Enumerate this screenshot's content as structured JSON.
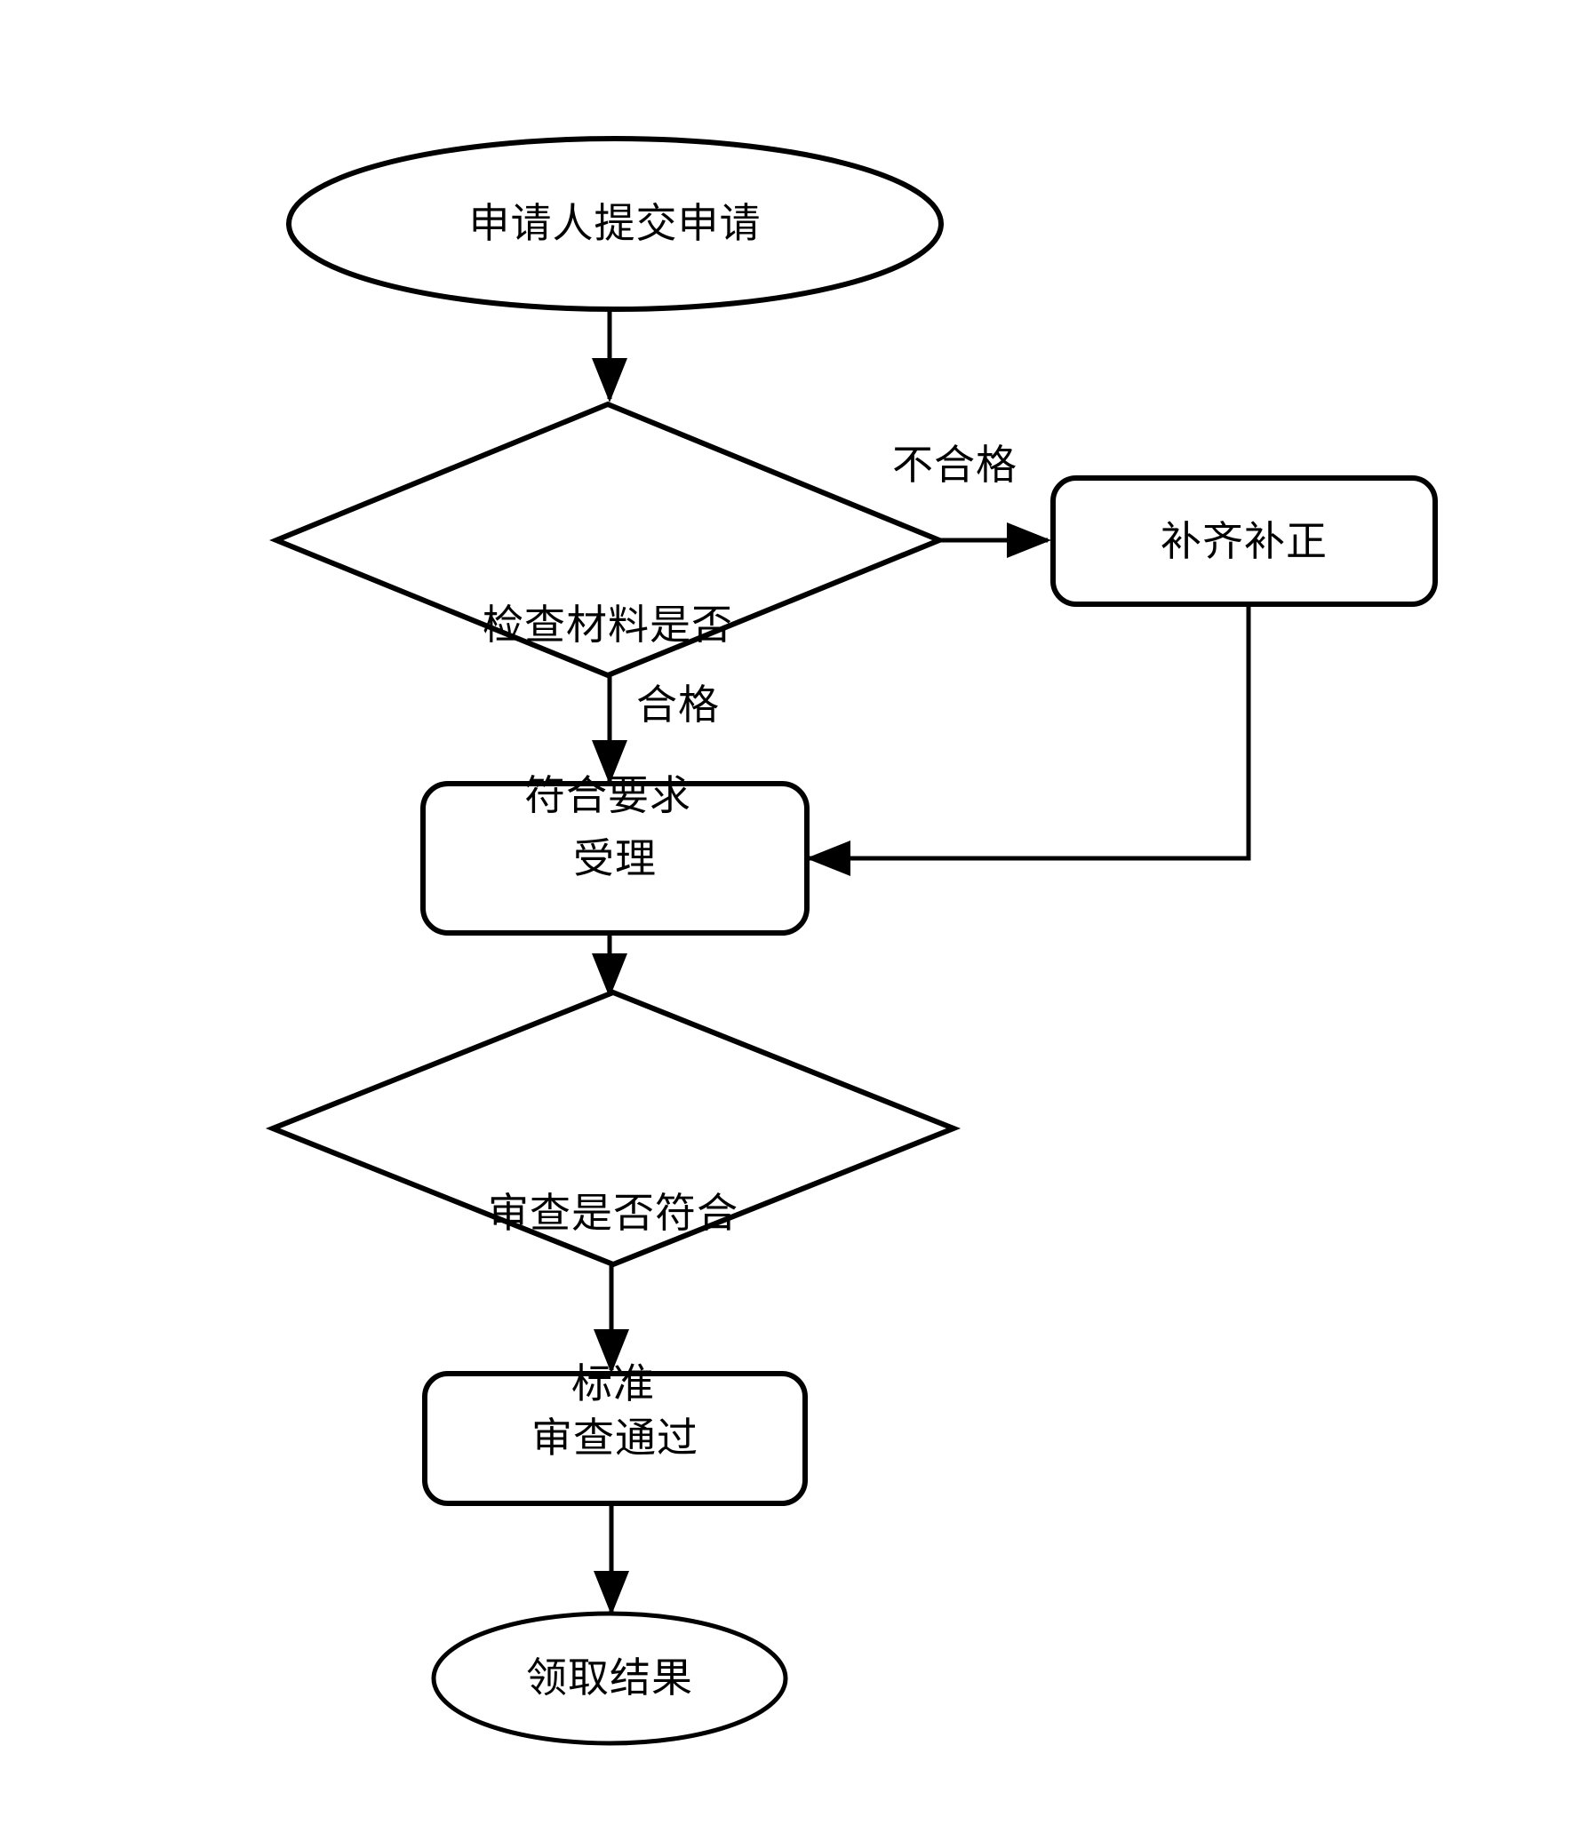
{
  "diagram": {
    "type": "flowchart",
    "orientation": "top-to-bottom",
    "background_color": "#ffffff",
    "stroke_color": "#000000",
    "text_color": "#000000",
    "nodes": [
      {
        "id": "submit",
        "shape": "ellipse",
        "label": "申请人提交申请",
        "lines": [
          "申请人提交申请"
        ]
      },
      {
        "id": "check-materials",
        "shape": "diamond",
        "label": "检查材料是否符合要求",
        "lines": [
          "检查材料是否",
          "符合要求"
        ]
      },
      {
        "id": "supplement",
        "shape": "rounded-rectangle",
        "label": "补齐补正",
        "lines": [
          "补齐补正"
        ]
      },
      {
        "id": "accept",
        "shape": "rounded-rectangle",
        "label": "受理",
        "lines": [
          "受理"
        ]
      },
      {
        "id": "review-standard",
        "shape": "diamond",
        "label": "审查是否符合标准",
        "lines": [
          "审查是否符合",
          "标准"
        ]
      },
      {
        "id": "review-passed",
        "shape": "rounded-rectangle",
        "label": "审查通过",
        "lines": [
          "审查通过"
        ]
      },
      {
        "id": "collect-result",
        "shape": "ellipse",
        "label": "领取结果",
        "lines": [
          "领取结果"
        ]
      }
    ],
    "edges": [
      {
        "id": "e1",
        "from": "submit",
        "to": "check-materials",
        "label": ""
      },
      {
        "id": "e2",
        "from": "check-materials",
        "to": "supplement",
        "label": "不合格"
      },
      {
        "id": "e3",
        "from": "check-materials",
        "to": "accept",
        "label": "合格"
      },
      {
        "id": "e4",
        "from": "supplement",
        "to": "accept",
        "label": ""
      },
      {
        "id": "e5",
        "from": "accept",
        "to": "review-standard",
        "label": ""
      },
      {
        "id": "e6",
        "from": "review-standard",
        "to": "review-passed",
        "label": ""
      },
      {
        "id": "e7",
        "from": "review-passed",
        "to": "collect-result",
        "label": ""
      }
    ],
    "edge_labels": {
      "fail": "不合格",
      "pass": "合格"
    }
  }
}
